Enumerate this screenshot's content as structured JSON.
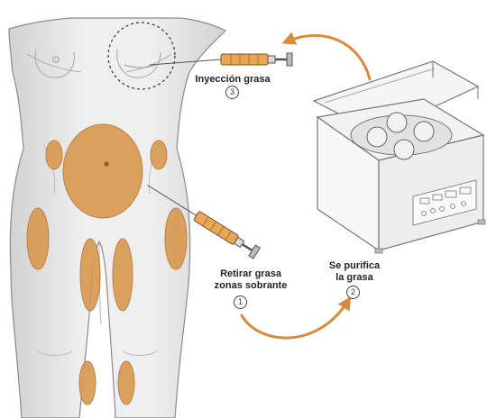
{
  "colors": {
    "skin": "#e9e9e9",
    "skin_outline": "#8a8a8a",
    "fat": "#d99a52",
    "fat_outline": "#b9783a",
    "arrow": "#d98a3c",
    "syringe_fill": "#e9a653",
    "machine": "#f3f3f3",
    "machine_outline": "#777777"
  },
  "steps": [
    {
      "label_line1": "Retirar grasa",
      "label_line2": "zonas sobrante",
      "number": "1"
    },
    {
      "label_line1": "Se purifica",
      "label_line2": "la grasa",
      "number": "2"
    },
    {
      "label_line1": "Inyección grasa",
      "label_line2": "",
      "number": "3"
    }
  ],
  "icons": {
    "body": "human-body-figure",
    "centrifuge": "centrifuge-machine",
    "syringe": "syringe"
  }
}
